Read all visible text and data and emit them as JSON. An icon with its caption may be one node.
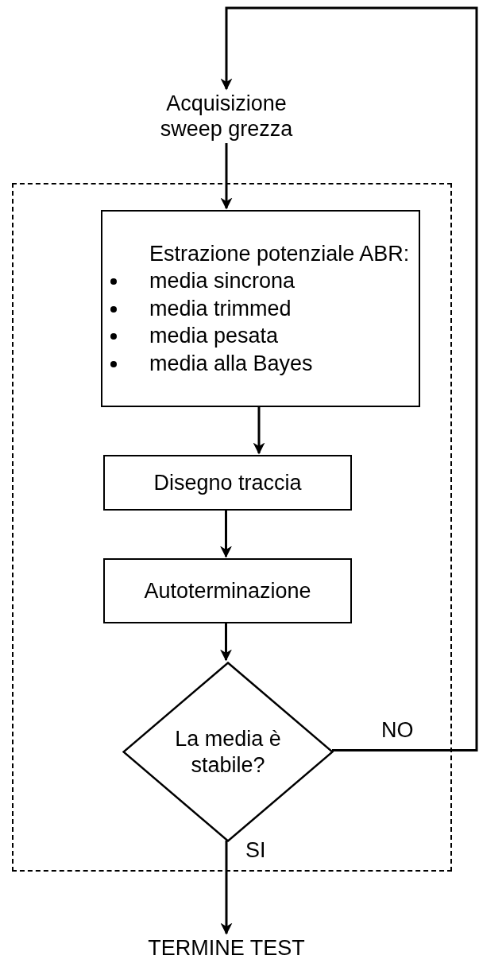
{
  "diagram": {
    "nodes": [
      {
        "text": [
          "Acquisizione sweep grezza"
        ]
      },
      {
        "text": [],
        "shape": "box"
      },
      {
        "text": [
          "Estrazione potenziale ABR:",
          "media sincrona",
          "media trimmed",
          "media pesata",
          "media alla Bayes"
        ],
        "in": 1
      },
      {
        "text": [
          "Disegno traccia"
        ],
        "in": 1
      },
      {
        "text": [
          "Autoterminazione"
        ],
        "in": 1
      },
      {
        "text": [
          "La media è stabile?"
        ],
        "in": 1
      },
      {
        "text": [
          "TERMINE TEST"
        ]
      }
    ],
    "edges": [
      {
        "from": 0,
        "to": 2,
        "arrow": "to"
      },
      {
        "from": 2,
        "to": 3,
        "arrow": "to"
      },
      {
        "from": 3,
        "to": 4,
        "arrow": "to"
      },
      {
        "from": 4,
        "to": 5,
        "arrow": "to"
      },
      {
        "from": 5,
        "to": 6,
        "arrow": "to",
        "label": "SI"
      },
      {
        "from": 5,
        "to": 0,
        "arrow": "to",
        "label": "NO"
      }
    ]
  }
}
